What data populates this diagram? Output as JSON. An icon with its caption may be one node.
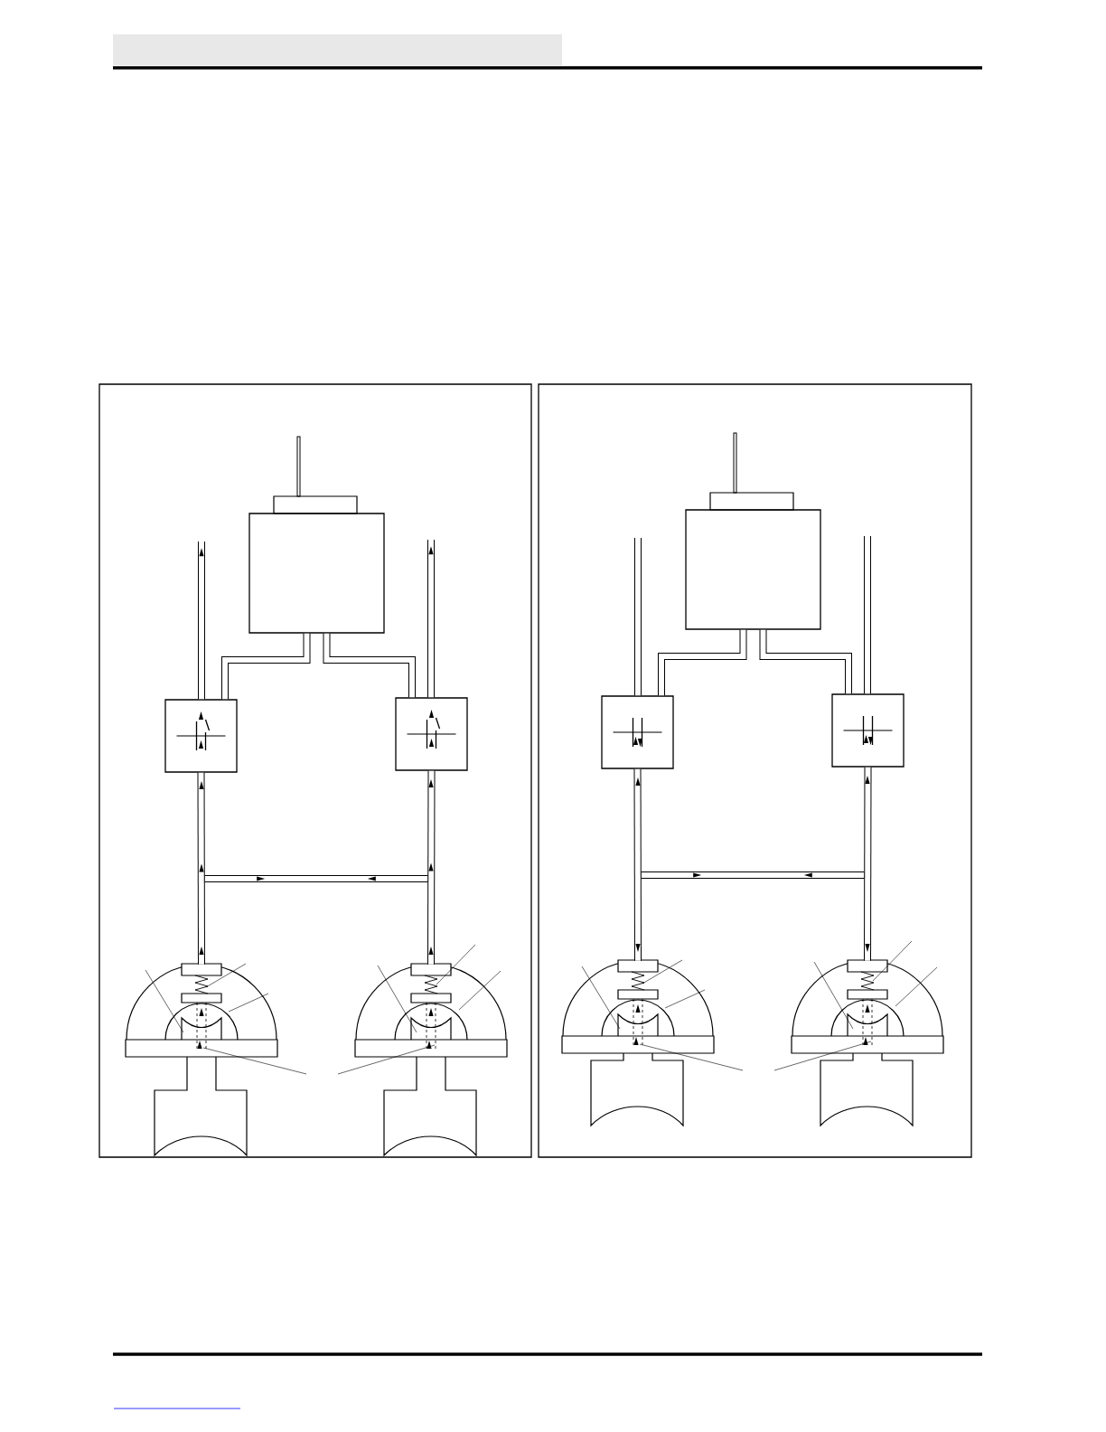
{
  "diagram": {
    "nodes": [
      {
        "text": [],
        "shape": "box"
      },
      {
        "text": [],
        "shape": "box",
        "in": 0
      },
      {
        "text": [],
        "shape": "box",
        "in": 0
      },
      {
        "text": [],
        "shape": "box",
        "in": 0
      },
      {
        "text": [],
        "shape": "semicircle",
        "in": 0
      },
      {
        "text": [],
        "shape": "semicircle",
        "in": 0
      },
      {
        "text": [],
        "shape": "box"
      },
      {
        "text": [],
        "shape": "box",
        "in": 6
      },
      {
        "text": [],
        "shape": "box",
        "in": 6
      },
      {
        "text": [],
        "shape": "box",
        "in": 6
      },
      {
        "text": [],
        "shape": "semicircle",
        "in": 6
      },
      {
        "text": [],
        "shape": "semicircle",
        "in": 6
      }
    ],
    "edges": [
      {
        "from": 1,
        "to": 2,
        "arrow": "none",
        "style": "thick"
      },
      {
        "from": 1,
        "to": 3,
        "arrow": "none",
        "style": "thick"
      },
      {
        "from": 4,
        "to": 2,
        "arrow": "to",
        "style": "thick"
      },
      {
        "from": 5,
        "to": 3,
        "arrow": "to",
        "style": "thick"
      },
      {
        "from": 2,
        "to": null,
        "arrow": "to",
        "style": "thick"
      },
      {
        "from": 3,
        "to": null,
        "arrow": "to",
        "style": "thick"
      },
      {
        "from": null,
        "to": 4,
        "arrow": "none"
      },
      {
        "from": null,
        "to": 4,
        "arrow": "none"
      },
      {
        "from": null,
        "to": 4,
        "arrow": "none"
      },
      {
        "from": null,
        "to": 4,
        "arrow": "none"
      },
      {
        "from": null,
        "to": 5,
        "arrow": "none"
      },
      {
        "from": null,
        "to": 5,
        "arrow": "none"
      },
      {
        "from": null,
        "to": 5,
        "arrow": "none"
      },
      {
        "from": null,
        "to": 5,
        "arrow": "none"
      },
      {
        "from": 7,
        "to": 8,
        "arrow": "none",
        "style": "thick"
      },
      {
        "from": 7,
        "to": 9,
        "arrow": "none",
        "style": "thick"
      },
      {
        "from": 10,
        "to": 8,
        "arrow": "both",
        "style": "thick"
      },
      {
        "from": 11,
        "to": 9,
        "arrow": "both",
        "style": "thick"
      },
      {
        "from": 8,
        "to": null,
        "arrow": "none",
        "style": "thick"
      },
      {
        "from": 9,
        "to": null,
        "arrow": "none",
        "style": "thick"
      },
      {
        "from": null,
        "to": 10,
        "arrow": "none"
      },
      {
        "from": null,
        "to": 10,
        "arrow": "none"
      },
      {
        "from": null,
        "to": 10,
        "arrow": "none"
      },
      {
        "from": null,
        "to": 10,
        "arrow": "none"
      },
      {
        "from": null,
        "to": 11,
        "arrow": "none"
      },
      {
        "from": null,
        "to": 11,
        "arrow": "none"
      },
      {
        "from": null,
        "to": 11,
        "arrow": "none"
      },
      {
        "from": null,
        "to": 11,
        "arrow": "none"
      }
    ]
  }
}
